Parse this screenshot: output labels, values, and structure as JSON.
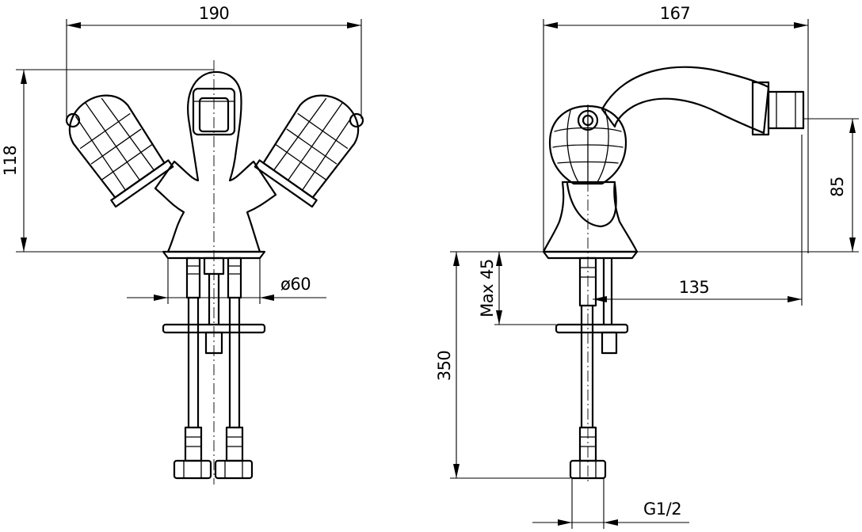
{
  "dimensions": {
    "front_width": "190",
    "front_height": "118",
    "base_diameter": "ø60",
    "side_width": "167",
    "spout_height": "85",
    "spout_reach": "135",
    "max_thickness": "Max 45",
    "hose_length": "350",
    "thread": "G1/2"
  }
}
